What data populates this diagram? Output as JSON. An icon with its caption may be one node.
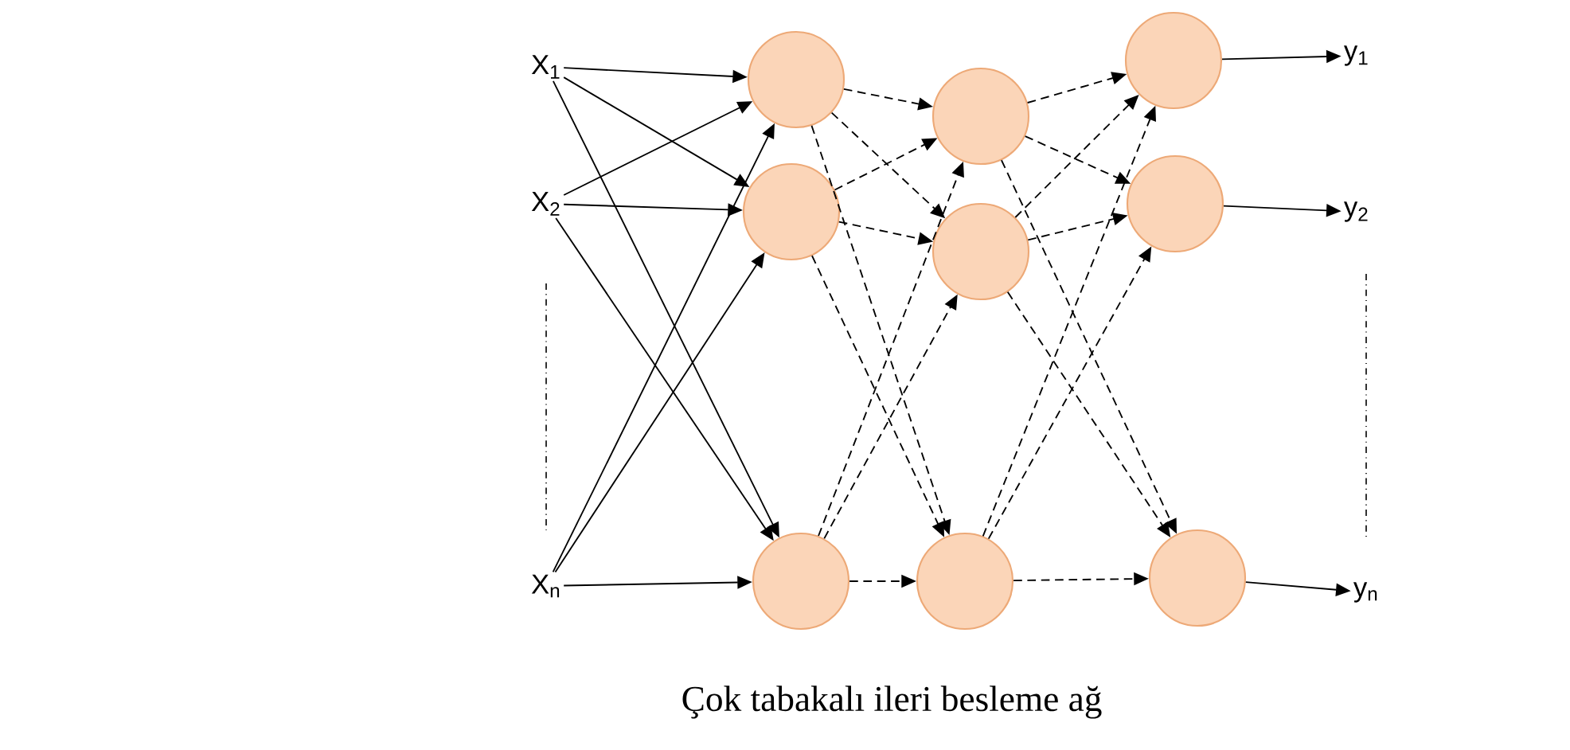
{
  "diagram": {
    "caption": "Çok tabakalı ileri besleme ağ",
    "nodes": [
      {
        "text": [
          "X$_{1}$"
        ]
      },
      {
        "text": [
          "X$_{2}$"
        ]
      },
      {
        "text": [
          "X$_{n}$"
        ]
      },
      {
        "text": [],
        "shape": "circle"
      },
      {
        "text": [],
        "shape": "circle"
      },
      {
        "text": [],
        "shape": "circle"
      },
      {
        "text": [],
        "shape": "circle"
      },
      {
        "text": [],
        "shape": "circle"
      },
      {
        "text": [],
        "shape": "circle"
      },
      {
        "text": [],
        "shape": "circle"
      },
      {
        "text": [],
        "shape": "circle"
      },
      {
        "text": [],
        "shape": "circle"
      },
      {
        "text": [
          "y$_{1}$"
        ]
      },
      {
        "text": [
          "y$_{2}$"
        ]
      },
      {
        "text": [
          "y$_{n}$"
        ]
      }
    ],
    "edges": [
      {
        "from": 0,
        "to": 3,
        "arrow": "to"
      },
      {
        "from": 0,
        "to": 4,
        "arrow": "to"
      },
      {
        "from": 0,
        "to": 5,
        "arrow": "to"
      },
      {
        "from": 1,
        "to": 3,
        "arrow": "to"
      },
      {
        "from": 1,
        "to": 4,
        "arrow": "to"
      },
      {
        "from": 1,
        "to": 5,
        "arrow": "to"
      },
      {
        "from": 2,
        "to": 3,
        "arrow": "to"
      },
      {
        "from": 2,
        "to": 4,
        "arrow": "to"
      },
      {
        "from": 2,
        "to": 5,
        "arrow": "to"
      },
      {
        "from": 3,
        "to": 6,
        "arrow": "to",
        "style": "dashed"
      },
      {
        "from": 3,
        "to": 7,
        "arrow": "to",
        "style": "dashed"
      },
      {
        "from": 3,
        "to": 8,
        "arrow": "to",
        "style": "dashed"
      },
      {
        "from": 4,
        "to": 6,
        "arrow": "to",
        "style": "dashed"
      },
      {
        "from": 4,
        "to": 7,
        "arrow": "to",
        "style": "dashed"
      },
      {
        "from": 4,
        "to": 8,
        "arrow": "to",
        "style": "dashed"
      },
      {
        "from": 5,
        "to": 6,
        "arrow": "to",
        "style": "dashed"
      },
      {
        "from": 5,
        "to": 7,
        "arrow": "to",
        "style": "dashed"
      },
      {
        "from": 5,
        "to": 8,
        "arrow": "to",
        "style": "dashed"
      },
      {
        "from": 6,
        "to": 9,
        "arrow": "to",
        "style": "dashed"
      },
      {
        "from": 6,
        "to": 10,
        "arrow": "to",
        "style": "dashed"
      },
      {
        "from": 6,
        "to": 11,
        "arrow": "to",
        "style": "dashed"
      },
      {
        "from": 7,
        "to": 9,
        "arrow": "to",
        "style": "dashed"
      },
      {
        "from": 7,
        "to": 10,
        "arrow": "to",
        "style": "dashed"
      },
      {
        "from": 7,
        "to": 11,
        "arrow": "to",
        "style": "dashed"
      },
      {
        "from": 8,
        "to": 9,
        "arrow": "to",
        "style": "dashed"
      },
      {
        "from": 8,
        "to": 10,
        "arrow": "to",
        "style": "dashed"
      },
      {
        "from": 8,
        "to": 11,
        "arrow": "to",
        "style": "dashed"
      },
      {
        "from": 9,
        "to": 12,
        "arrow": "to"
      },
      {
        "from": 10,
        "to": 13,
        "arrow": "to"
      },
      {
        "from": 11,
        "to": 14,
        "arrow": "to"
      }
    ]
  }
}
